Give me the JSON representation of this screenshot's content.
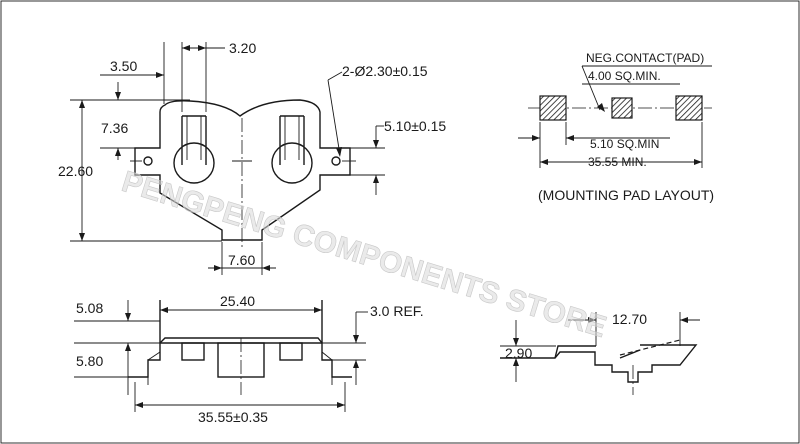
{
  "top_view": {
    "dim_3_50": "3.50",
    "dim_3_20": "3.20",
    "dim_7_36": "7.36",
    "dim_22_60": "22.60",
    "dim_holes": "2-Ø2.30±0.15",
    "dim_5_10": "5.10±0.15",
    "dim_7_60": "7.60"
  },
  "pad_layout": {
    "neg_contact": "NEG.CONTACT(PAD)",
    "dim_4_00": "4.00 SQ.MIN.",
    "dim_5_10": "5.10 SQ.MIN",
    "dim_35_55": "35.55 MIN.",
    "caption": "(MOUNTING PAD LAYOUT)"
  },
  "front_view": {
    "dim_5_08": "5.08",
    "dim_25_40": "25.40",
    "dim_3_0": "3.0 REF.",
    "dim_5_80": "5.80",
    "dim_35_55": "35.55±0.35"
  },
  "side_view": {
    "dim_12_70": "12.70",
    "dim_2_90": "2.90"
  },
  "watermark": "PENGPENG COMPONENTS STORE"
}
